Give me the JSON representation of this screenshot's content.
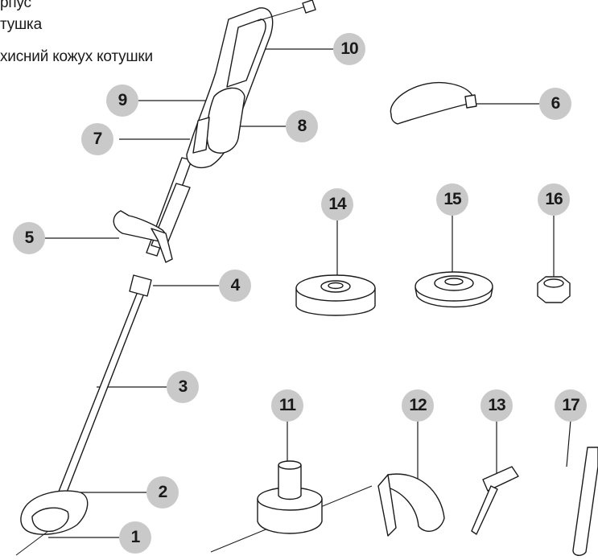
{
  "legend": [
    "рпус",
    "тушка",
    "хисний кожух котушки"
  ],
  "callouts": [
    "1",
    "2",
    "3",
    "4",
    "5",
    "6",
    "7",
    "8",
    "9",
    "10",
    "11",
    "12",
    "13",
    "14",
    "15",
    "16",
    "17"
  ],
  "colors": {
    "badge_fill": "#c9c9c9",
    "ink": "#1a1a1a"
  }
}
